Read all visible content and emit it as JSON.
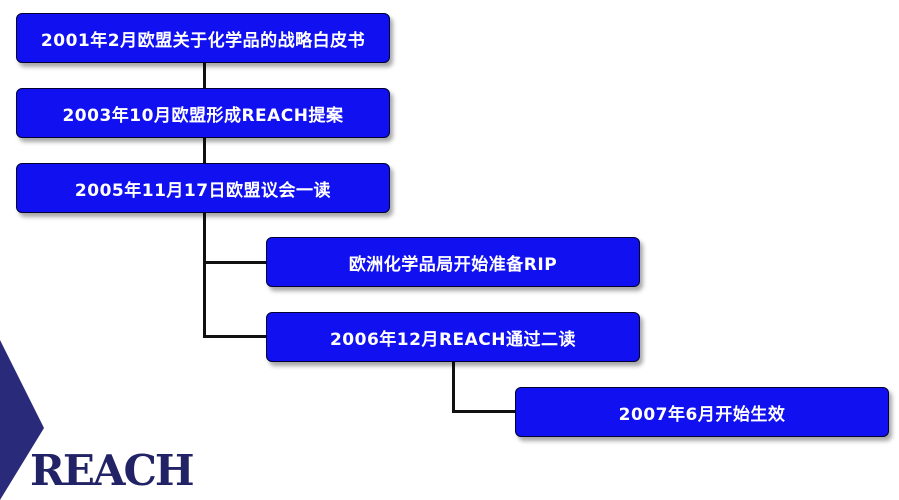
{
  "timeline": {
    "items": [
      "2001年2月欧盟关于化学品的战略白皮书",
      "2003年10月欧盟形成REACH提案",
      "2005年11月17日欧盟议会一读",
      "欧洲化学品局开始准备RIP",
      "2006年12月REACH通过二读",
      "2007年6月开始生效"
    ]
  },
  "logo": {
    "text": "REACH",
    "colors": {
      "navy": "#2a2a7a",
      "box_fill": "#1010f0"
    }
  }
}
